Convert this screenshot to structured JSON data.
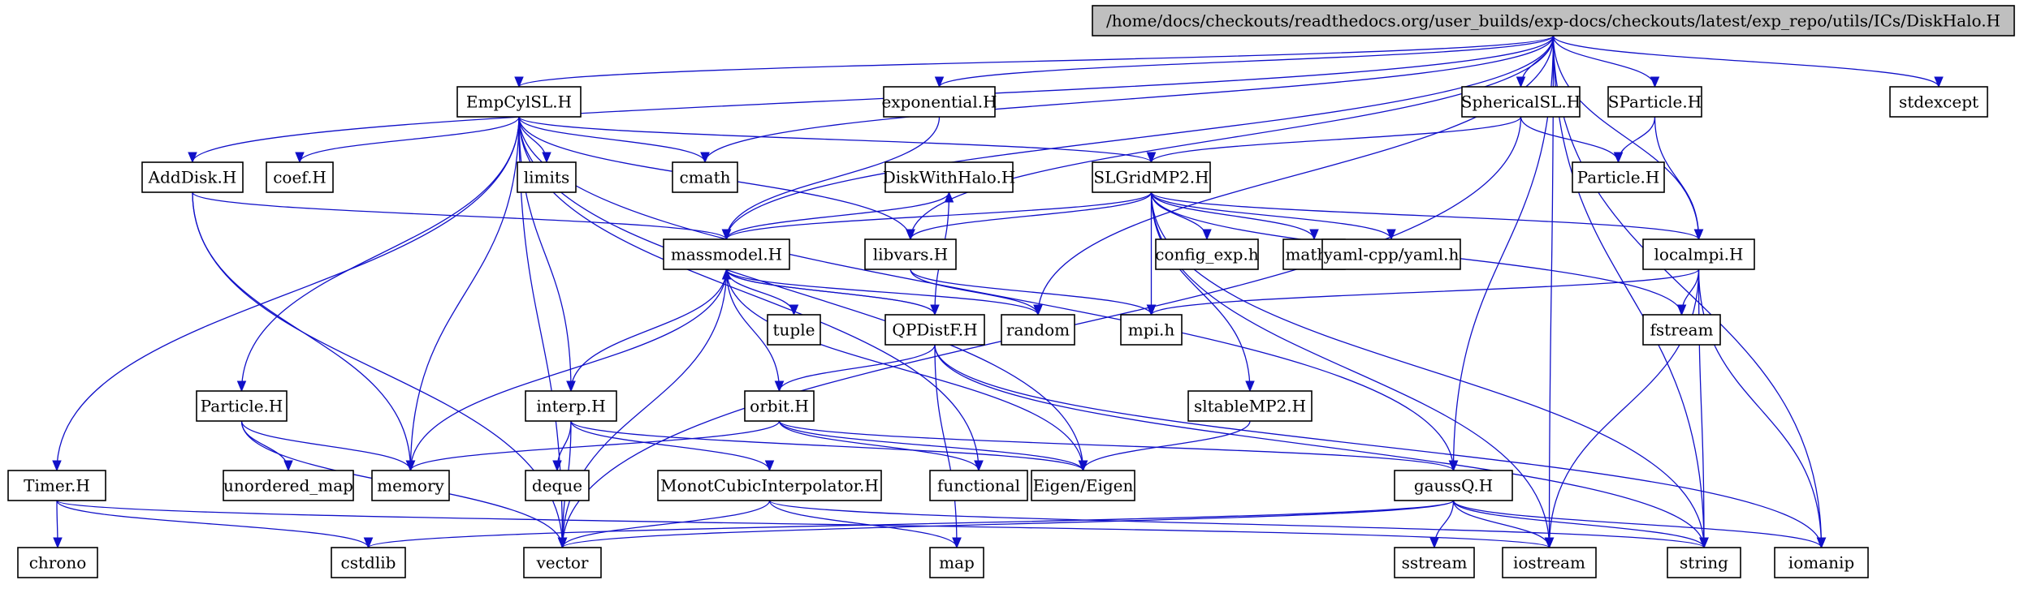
{
  "nodes": {
    "root": "/home/docs/checkouts/readthedocs.org/user_builds/exp-docs/checkouts/latest/exp_repo/utils/ICs/DiskHalo.H",
    "empcylsl": "EmpCylSL.H",
    "exponential": "exponential.H",
    "sphericalsl": "SphericalSL.H",
    "sparticle": "SParticle.H",
    "stdexcept": "stdexcept",
    "adddisk": "AddDisk.H",
    "coef": "coef.H",
    "limits": "limits",
    "cmath": "cmath",
    "diskwithhalo": "DiskWithHalo.H",
    "slgridmp2": "SLGridMP2.H",
    "particle_h2": "Particle.H",
    "massmodel": "massmodel.H",
    "libvars": "libvars.H",
    "config_exp": "config_exp.h",
    "math_h": "math.h",
    "yaml": "yaml-cpp/yaml.h",
    "localmpi": "localmpi.H",
    "tuple": "tuple",
    "random": "random",
    "mpi": "mpi.h",
    "fstream": "fstream",
    "qpdistf": "QPDistF.H",
    "particle": "Particle.H",
    "interp": "interp.H",
    "orbit": "orbit.H",
    "sltablemp2": "sltableMP2.H",
    "unordered_map": "unordered_map",
    "memory": "memory",
    "deque": "deque",
    "functional": "functional",
    "eigen": "Eigen/Eigen",
    "timer": "Timer.H",
    "monotonic": "MonotCubicInterpolator.H",
    "gaussq": "gaussQ.H",
    "chrono": "chrono",
    "cstdlib": "cstdlib",
    "vector": "vector",
    "map": "map",
    "sstream": "sstream",
    "iostream": "iostream",
    "string": "string",
    "iomanip": "iomanip"
  },
  "edges": [
    [
      "root",
      "empcylsl"
    ],
    [
      "root",
      "exponential"
    ],
    [
      "root",
      "sphericalsl"
    ],
    [
      "root",
      "sparticle"
    ],
    [
      "root",
      "stdexcept"
    ],
    [
      "root",
      "adddisk"
    ],
    [
      "root",
      "cmath"
    ],
    [
      "root",
      "massmodel"
    ],
    [
      "root",
      "libvars"
    ],
    [
      "root",
      "localmpi"
    ],
    [
      "root",
      "random"
    ],
    [
      "root",
      "gaussq"
    ],
    [
      "root",
      "iostream"
    ],
    [
      "root",
      "string"
    ],
    [
      "root",
      "iomanip"
    ],
    [
      "empcylsl",
      "coef"
    ],
    [
      "empcylsl",
      "limits"
    ],
    [
      "empcylsl",
      "cmath"
    ],
    [
      "empcylsl",
      "slgridmp2"
    ],
    [
      "empcylsl",
      "libvars"
    ],
    [
      "empcylsl",
      "particle"
    ],
    [
      "empcylsl",
      "memory"
    ],
    [
      "empcylsl",
      "interp"
    ],
    [
      "empcylsl",
      "functional"
    ],
    [
      "empcylsl",
      "eigen"
    ],
    [
      "empcylsl",
      "timer"
    ],
    [
      "empcylsl",
      "vector"
    ],
    [
      "empcylsl",
      "gaussq"
    ],
    [
      "exponential",
      "massmodel"
    ],
    [
      "sphericalsl",
      "slgridmp2"
    ],
    [
      "sphericalsl",
      "particle_h2"
    ],
    [
      "sphericalsl",
      "vector"
    ],
    [
      "sparticle",
      "particle_h2"
    ],
    [
      "sparticle",
      "localmpi"
    ],
    [
      "adddisk",
      "massmodel"
    ],
    [
      "adddisk",
      "memory"
    ],
    [
      "adddisk",
      "vector"
    ],
    [
      "slgridmp2",
      "massmodel"
    ],
    [
      "slgridmp2",
      "libvars"
    ],
    [
      "slgridmp2",
      "config_exp"
    ],
    [
      "slgridmp2",
      "math_h"
    ],
    [
      "slgridmp2",
      "yaml"
    ],
    [
      "slgridmp2",
      "localmpi"
    ],
    [
      "slgridmp2",
      "mpi"
    ],
    [
      "slgridmp2",
      "fstream"
    ],
    [
      "slgridmp2",
      "sltablemp2"
    ],
    [
      "slgridmp2",
      "string"
    ],
    [
      "slgridmp2",
      "iostream"
    ],
    [
      "diskwithhalo",
      "massmodel"
    ],
    [
      "massmodel",
      "tuple"
    ],
    [
      "massmodel",
      "random"
    ],
    [
      "massmodel",
      "qpdistf"
    ],
    [
      "massmodel",
      "interp"
    ],
    [
      "massmodel",
      "orbit"
    ],
    [
      "massmodel",
      "memory"
    ],
    [
      "massmodel",
      "eigen"
    ],
    [
      "massmodel",
      "vector"
    ],
    [
      "libvars",
      "random"
    ],
    [
      "libvars",
      "mpi"
    ],
    [
      "localmpi",
      "mpi"
    ],
    [
      "localmpi",
      "fstream"
    ],
    [
      "localmpi",
      "iostream"
    ],
    [
      "localmpi",
      "string"
    ],
    [
      "localmpi",
      "iomanip"
    ],
    [
      "qpdistf",
      "massmodel"
    ],
    [
      "qpdistf",
      "diskwithhalo"
    ],
    [
      "qpdistf",
      "orbit"
    ],
    [
      "qpdistf",
      "map"
    ],
    [
      "qpdistf",
      "string"
    ],
    [
      "qpdistf",
      "iomanip"
    ],
    [
      "particle",
      "unordered_map"
    ],
    [
      "particle",
      "memory"
    ],
    [
      "particle",
      "vector"
    ],
    [
      "interp",
      "deque"
    ],
    [
      "interp",
      "monotonic"
    ],
    [
      "interp",
      "eigen"
    ],
    [
      "interp",
      "vector"
    ],
    [
      "orbit",
      "memory"
    ],
    [
      "orbit",
      "functional"
    ],
    [
      "orbit",
      "eigen"
    ],
    [
      "orbit",
      "gaussq"
    ],
    [
      "sltablemp2",
      "eigen"
    ],
    [
      "timer",
      "chrono"
    ],
    [
      "timer",
      "cstdlib"
    ],
    [
      "timer",
      "iostream"
    ],
    [
      "monotonic",
      "vector"
    ],
    [
      "monotonic",
      "map"
    ],
    [
      "monotonic",
      "string"
    ],
    [
      "gaussq",
      "cstdlib"
    ],
    [
      "gaussq",
      "vector"
    ],
    [
      "gaussq",
      "sstream"
    ],
    [
      "gaussq",
      "iostream"
    ],
    [
      "gaussq",
      "string"
    ],
    [
      "gaussq",
      "iomanip"
    ]
  ]
}
